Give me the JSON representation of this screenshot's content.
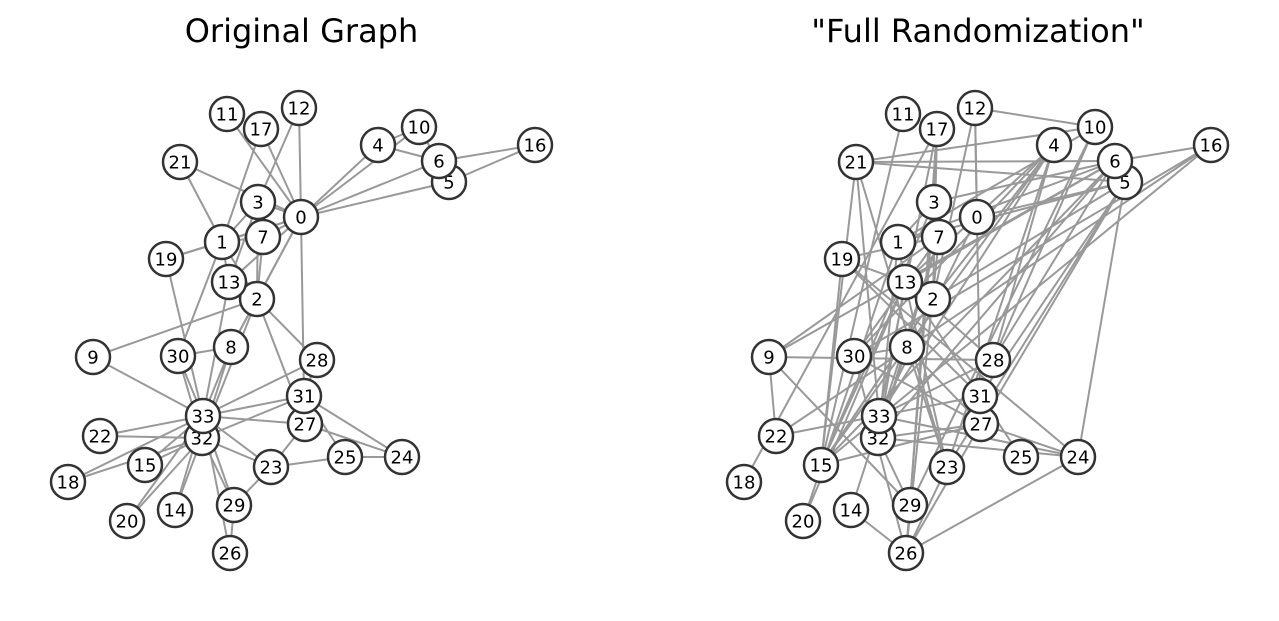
{
  "panels": [
    {
      "title": "Original Graph",
      "edges": [
        [
          0,
          1
        ],
        [
          0,
          2
        ],
        [
          0,
          3
        ],
        [
          0,
          4
        ],
        [
          0,
          5
        ],
        [
          0,
          6
        ],
        [
          0,
          7
        ],
        [
          0,
          8
        ],
        [
          0,
          10
        ],
        [
          0,
          11
        ],
        [
          0,
          12
        ],
        [
          0,
          13
        ],
        [
          0,
          17
        ],
        [
          0,
          19
        ],
        [
          0,
          21
        ],
        [
          0,
          31
        ],
        [
          1,
          2
        ],
        [
          1,
          3
        ],
        [
          1,
          7
        ],
        [
          1,
          13
        ],
        [
          1,
          17
        ],
        [
          1,
          19
        ],
        [
          1,
          21
        ],
        [
          1,
          30
        ],
        [
          2,
          3
        ],
        [
          2,
          7
        ],
        [
          2,
          8
        ],
        [
          2,
          9
        ],
        [
          2,
          13
        ],
        [
          2,
          27
        ],
        [
          2,
          28
        ],
        [
          2,
          32
        ],
        [
          3,
          7
        ],
        [
          3,
          12
        ],
        [
          3,
          13
        ],
        [
          4,
          6
        ],
        [
          4,
          10
        ],
        [
          5,
          6
        ],
        [
          5,
          10
        ],
        [
          5,
          16
        ],
        [
          6,
          16
        ],
        [
          8,
          30
        ],
        [
          8,
          32
        ],
        [
          8,
          33
        ],
        [
          9,
          33
        ],
        [
          13,
          33
        ],
        [
          14,
          32
        ],
        [
          14,
          33
        ],
        [
          15,
          32
        ],
        [
          15,
          33
        ],
        [
          18,
          32
        ],
        [
          18,
          33
        ],
        [
          19,
          33
        ],
        [
          20,
          32
        ],
        [
          20,
          33
        ],
        [
          22,
          32
        ],
        [
          22,
          33
        ],
        [
          23,
          25
        ],
        [
          23,
          27
        ],
        [
          23,
          29
        ],
        [
          23,
          32
        ],
        [
          23,
          33
        ],
        [
          24,
          25
        ],
        [
          24,
          27
        ],
        [
          24,
          31
        ],
        [
          25,
          31
        ],
        [
          26,
          29
        ],
        [
          26,
          33
        ],
        [
          27,
          33
        ],
        [
          28,
          31
        ],
        [
          28,
          33
        ],
        [
          29,
          32
        ],
        [
          29,
          33
        ],
        [
          30,
          32
        ],
        [
          30,
          33
        ],
        [
          31,
          32
        ],
        [
          31,
          33
        ],
        [
          32,
          33
        ]
      ]
    },
    {
      "title": "\"Full Randomization\"",
      "edges": [
        [
          1,
          3
        ],
        [
          1,
          13
        ],
        [
          1,
          5
        ],
        [
          1,
          6
        ],
        [
          1,
          10
        ],
        [
          1,
          32
        ],
        [
          1,
          20
        ],
        [
          2,
          15
        ],
        [
          2,
          4
        ],
        [
          2,
          12
        ],
        [
          2,
          5
        ],
        [
          3,
          17
        ],
        [
          3,
          6
        ],
        [
          3,
          26
        ],
        [
          3,
          15
        ],
        [
          4,
          15
        ],
        [
          4,
          30
        ],
        [
          4,
          13
        ],
        [
          4,
          33
        ],
        [
          4,
          23
        ],
        [
          4,
          28
        ],
        [
          6,
          13
        ],
        [
          6,
          21
        ],
        [
          6,
          9
        ],
        [
          6,
          32
        ],
        [
          6,
          15
        ],
        [
          6,
          28
        ],
        [
          6,
          16
        ],
        [
          5,
          27
        ],
        [
          5,
          23
        ],
        [
          5,
          31
        ],
        [
          5,
          24
        ],
        [
          5,
          0
        ],
        [
          10,
          28
        ],
        [
          10,
          29
        ],
        [
          10,
          12
        ],
        [
          10,
          21
        ],
        [
          11,
          15
        ],
        [
          12,
          31
        ],
        [
          12,
          0
        ],
        [
          16,
          22
        ],
        [
          16,
          15
        ],
        [
          16,
          30
        ],
        [
          17,
          29
        ],
        [
          17,
          18
        ],
        [
          17,
          2
        ],
        [
          17,
          33
        ],
        [
          7,
          30
        ],
        [
          7,
          32
        ],
        [
          7,
          9
        ],
        [
          7,
          26
        ],
        [
          7,
          19
        ],
        [
          7,
          14
        ],
        [
          21,
          15
        ],
        [
          21,
          33
        ],
        [
          21,
          23
        ],
        [
          21,
          5
        ],
        [
          19,
          13
        ],
        [
          19,
          24
        ],
        [
          19,
          15
        ],
        [
          19,
          31
        ],
        [
          13,
          15
        ],
        [
          13,
          32
        ],
        [
          13,
          20
        ],
        [
          13,
          23
        ],
        [
          13,
          28
        ],
        [
          13,
          25
        ],
        [
          9,
          22
        ],
        [
          9,
          29
        ],
        [
          9,
          28
        ],
        [
          30,
          27
        ],
        [
          30,
          8
        ],
        [
          30,
          26
        ],
        [
          8,
          23
        ],
        [
          8,
          27
        ],
        [
          8,
          32
        ],
        [
          33,
          28
        ],
        [
          33,
          24
        ],
        [
          33,
          0
        ],
        [
          22,
          31
        ],
        [
          32,
          27
        ],
        [
          32,
          24
        ],
        [
          15,
          27
        ],
        [
          15,
          2
        ],
        [
          27,
          26
        ],
        [
          27,
          24
        ],
        [
          23,
          26
        ],
        [
          26,
          24
        ],
        [
          14,
          26
        ],
        [
          29,
          32
        ]
      ]
    }
  ],
  "node_labels": [
    "0",
    "1",
    "2",
    "3",
    "4",
    "5",
    "6",
    "7",
    "8",
    "9",
    "10",
    "11",
    "12",
    "13",
    "14",
    "15",
    "16",
    "17",
    "18",
    "19",
    "20",
    "21",
    "22",
    "23",
    "24",
    "25",
    "26",
    "27",
    "28",
    "29",
    "30",
    "31",
    "32",
    "33"
  ]
}
